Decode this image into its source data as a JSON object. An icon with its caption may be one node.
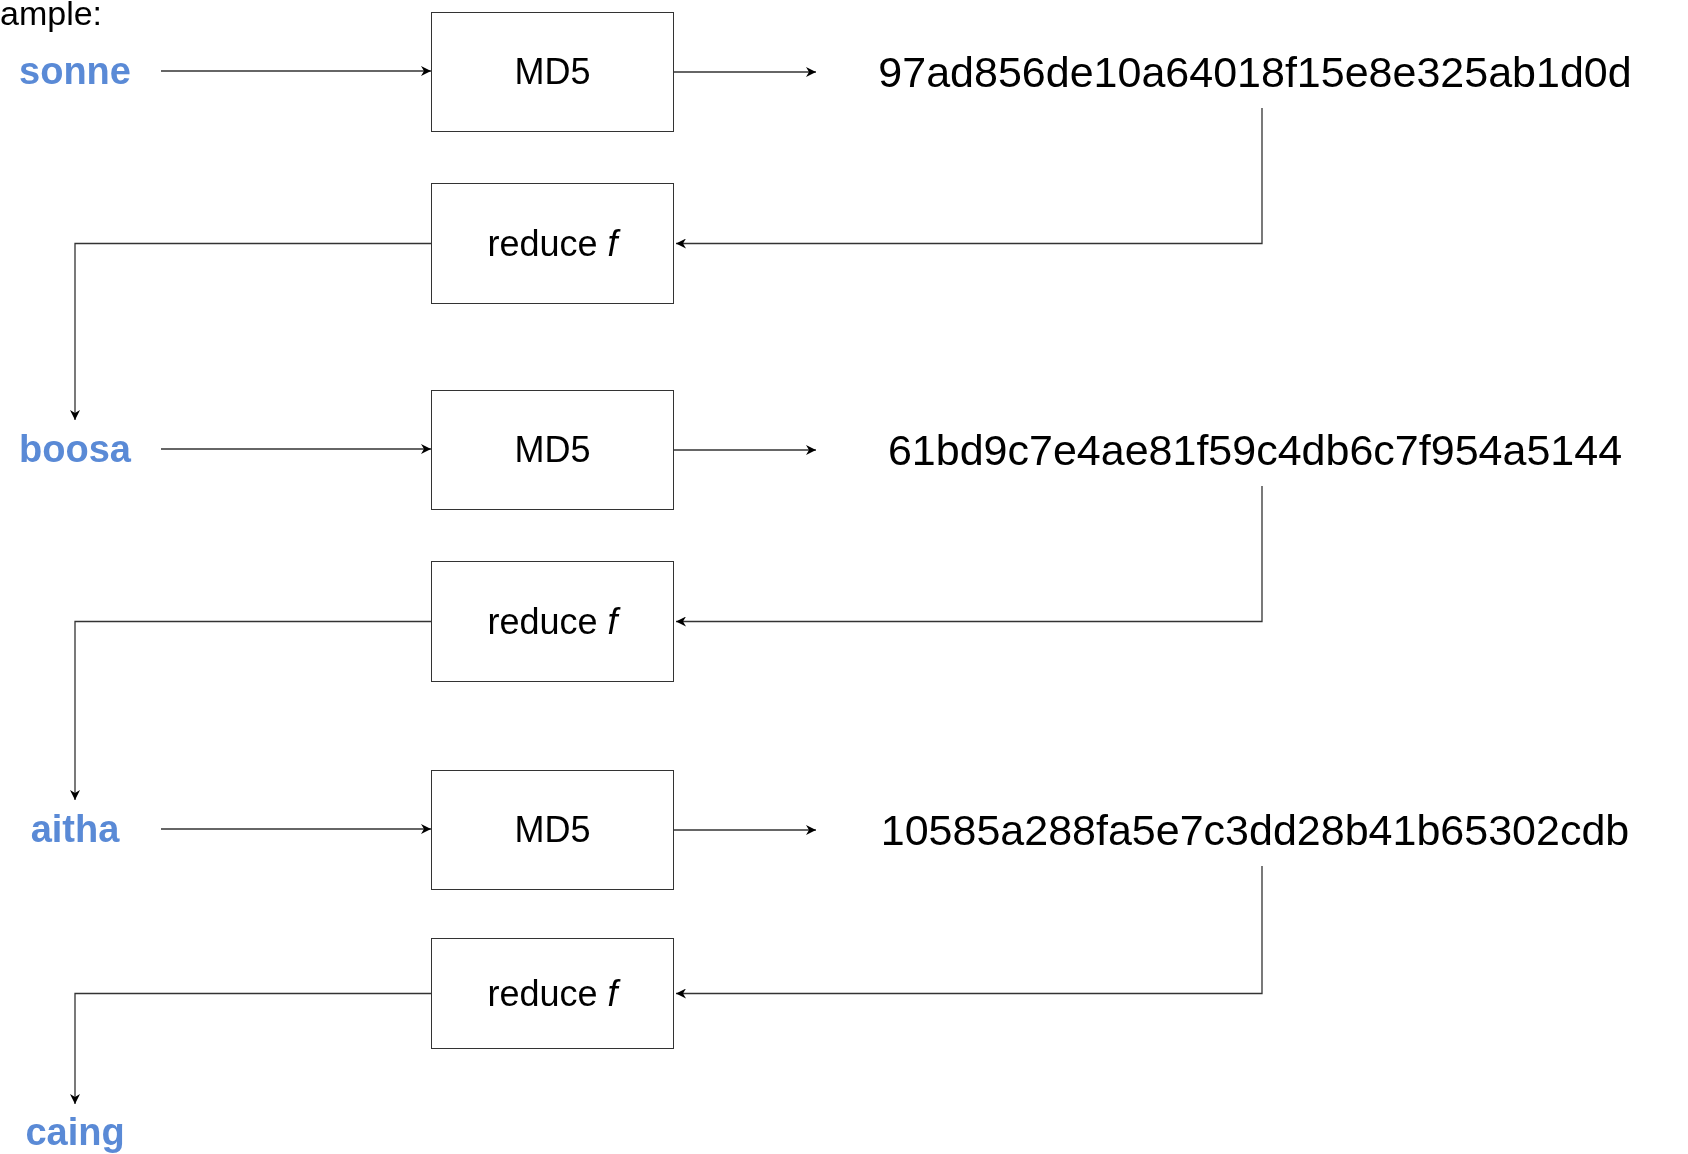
{
  "diagram": {
    "nodes": [
      {
        "text": [
          "sonne"
        ]
      },
      {
        "text": [
          "MD5"
        ]
      },
      {
        "text": [
          "97ad856de10a64018f15e8e325ab1d0d"
        ]
      },
      {
        "text": [
          "reduce *f*"
        ]
      },
      {
        "text": [
          "boosa"
        ]
      },
      {
        "text": [
          "MD5"
        ]
      },
      {
        "text": [
          "61bd9c7e4ae81f59c4db6c7f954a5144"
        ]
      },
      {
        "text": [
          "reduce *f*"
        ]
      },
      {
        "text": [
          "aitha"
        ]
      },
      {
        "text": [
          "MD5"
        ]
      },
      {
        "text": [
          "10585a288fa5e7c3dd28b41b65302cdb"
        ]
      },
      {
        "text": [
          "reduce *f*"
        ]
      },
      {
        "text": [
          "caing"
        ]
      }
    ],
    "edges": [
      {
        "from": 0,
        "to": 1,
        "arrow": "to"
      },
      {
        "from": 1,
        "to": 2,
        "arrow": "to"
      },
      {
        "from": 2,
        "to": 3,
        "arrow": "to"
      },
      {
        "from": 3,
        "to": 4,
        "arrow": "to"
      },
      {
        "from": 4,
        "to": 5,
        "arrow": "to"
      },
      {
        "from": 5,
        "to": 6,
        "arrow": "to"
      },
      {
        "from": 6,
        "to": 7,
        "arrow": "to"
      },
      {
        "from": 7,
        "to": 8,
        "arrow": "to"
      },
      {
        "from": 8,
        "to": 9,
        "arrow": "to"
      },
      {
        "from": 9,
        "to": 10,
        "arrow": "to"
      },
      {
        "from": 10,
        "to": 11,
        "arrow": "to"
      },
      {
        "from": 11,
        "to": 12,
        "arrow": "to"
      }
    ],
    "labels": [
      "ample:"
    ]
  }
}
